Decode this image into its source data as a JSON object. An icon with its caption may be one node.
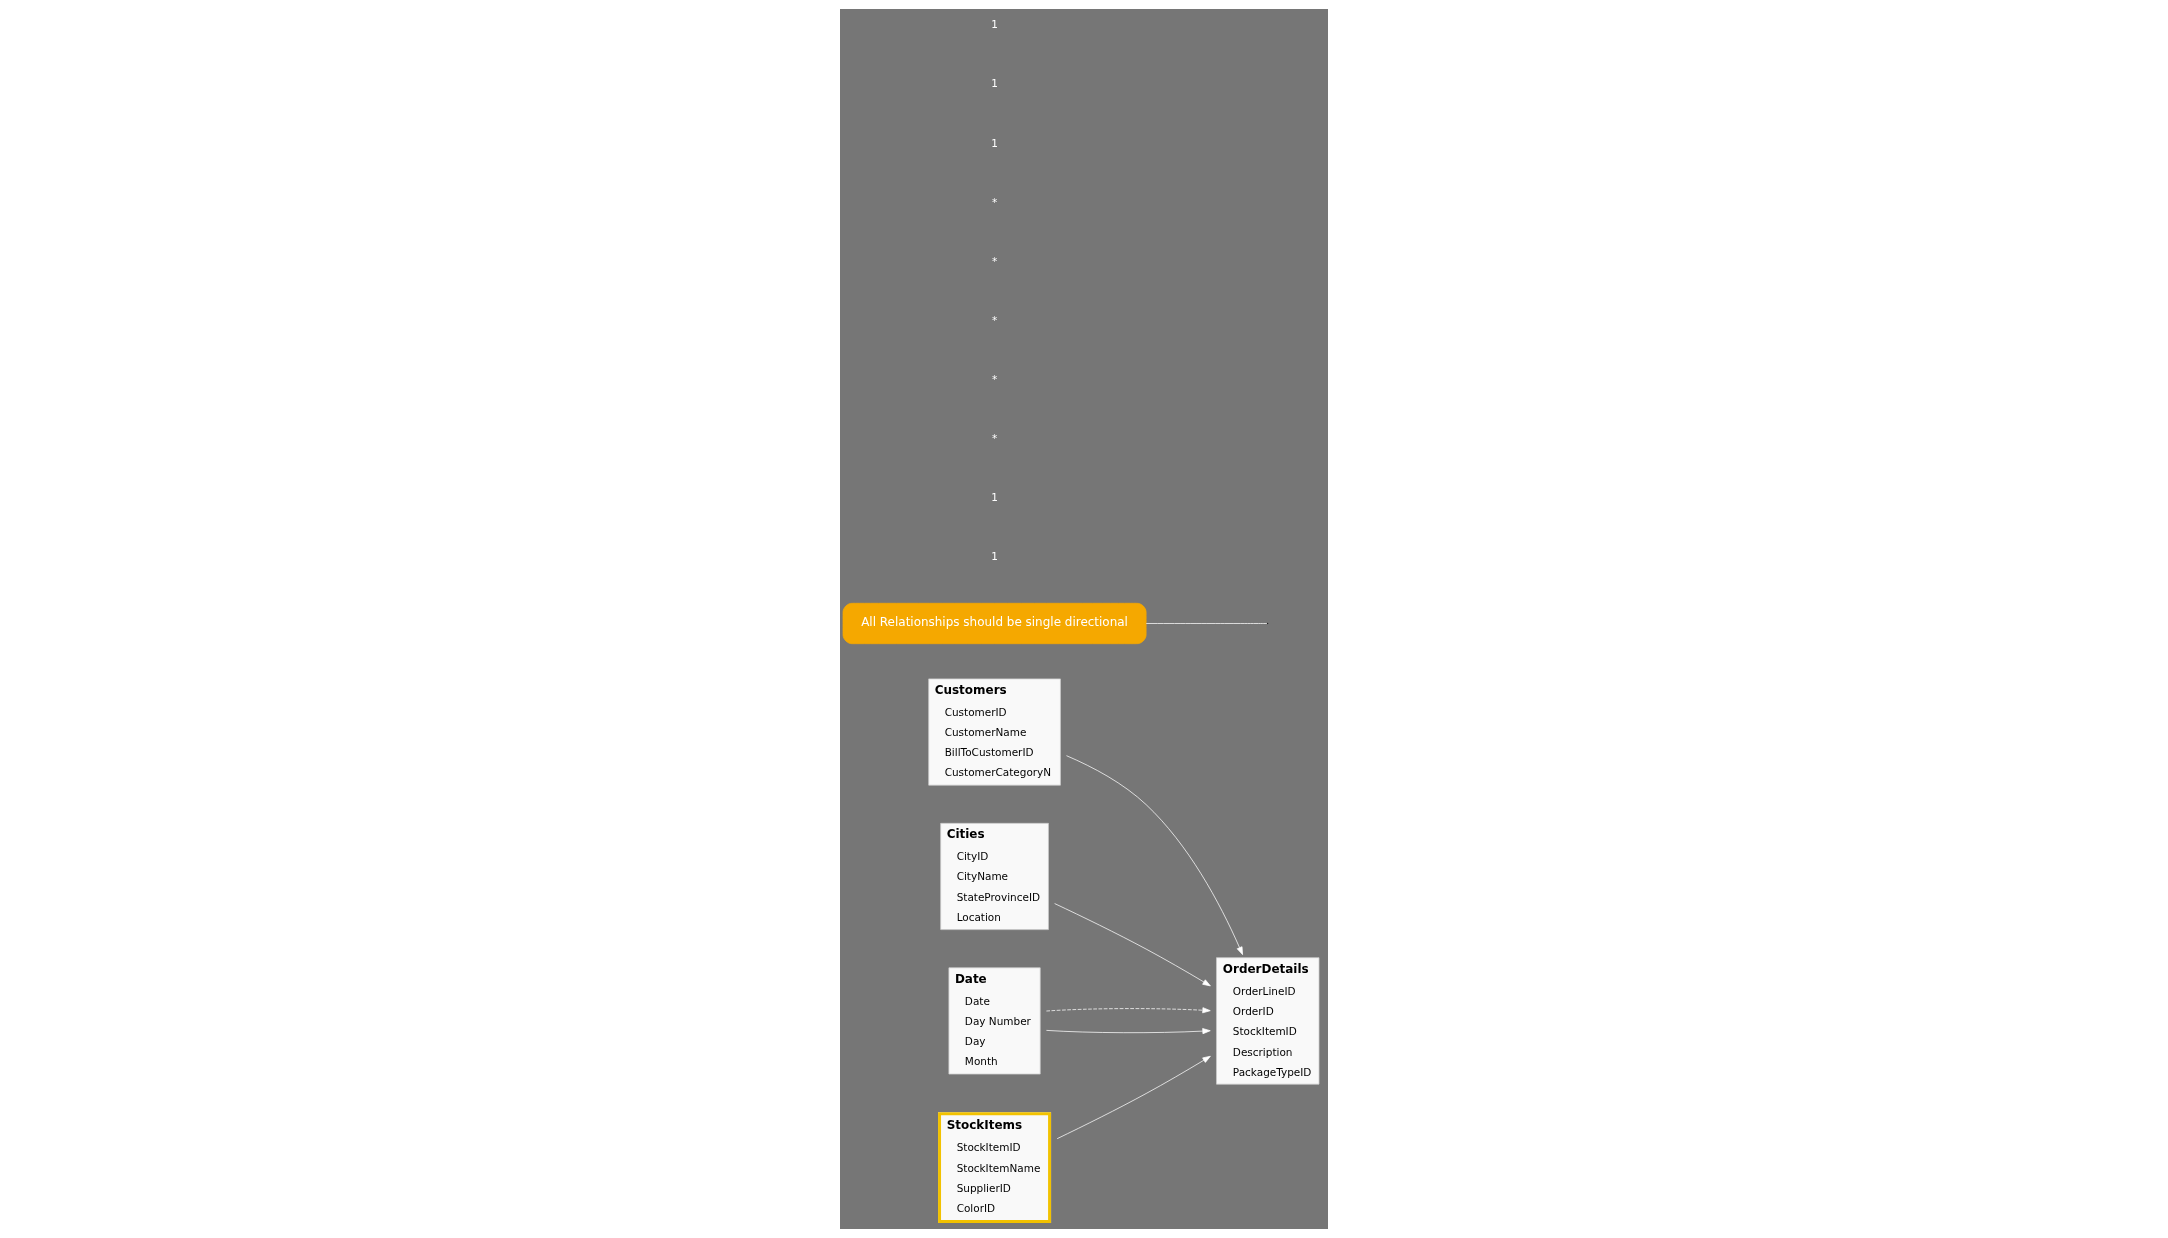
{
  "diagram": {
    "nodes": [
      {
        "text": [
          "Customers",
          "CustomerID",
          "CustomerName",
          "BillToCustomerID",
          "CustomerCategoryN"
        ]
      },
      {
        "text": [
          "All Relationships should be single directional"
        ]
      },
      {
        "text": [
          "Cities",
          "CityID",
          "CityName",
          "StateProvinceID",
          "Location"
        ]
      },
      {
        "text": [
          "OrderDetails",
          "OrderLineID",
          "OrderID",
          "StockItemID",
          "Description",
          "PackageTypeID"
        ]
      },
      {
        "text": [
          "Date",
          "Date",
          "Day Number",
          "Day",
          "Month"
        ]
      },
      {
        "text": [
          "StockItems",
          "StockItemID",
          "StockItemName",
          "SupplierID",
          "ColorID"
        ]
      }
    ],
    "edges": [
      {
        "from": 0,
        "to": 3,
        "arrow": "to"
      },
      {
        "from": 2,
        "to": 3,
        "arrow": "to"
      },
      {
        "from": 4,
        "to": 3,
        "arrow": "to"
      },
      {
        "from": 4,
        "to": 3,
        "arrow": "to",
        "style": "dashed"
      },
      {
        "from": 5,
        "to": 3,
        "arrow": "to"
      },
      {
        "from": 1,
        "to": null,
        "arrow": "none"
      }
    ],
    "labels": [
      "1",
      "1",
      "*",
      "*",
      "*",
      "*",
      "*",
      "1",
      "1",
      "1"
    ]
  }
}
